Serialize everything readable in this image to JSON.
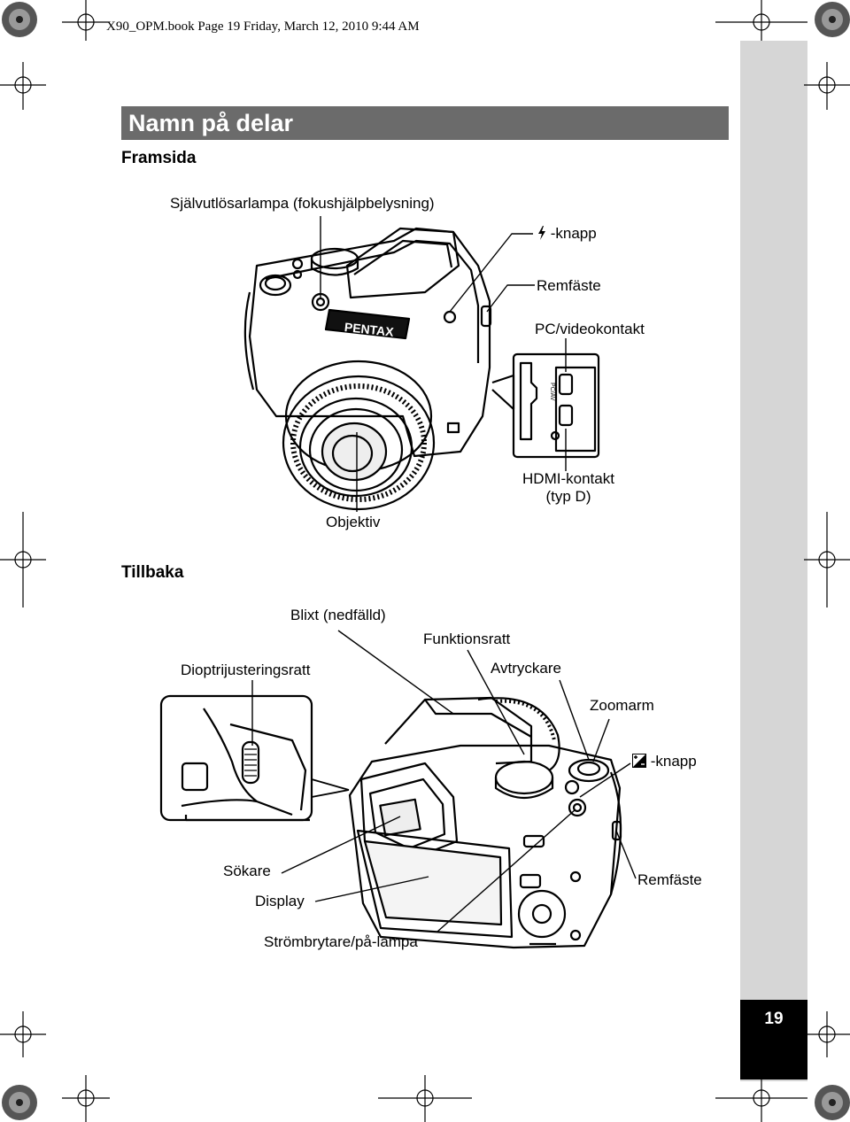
{
  "running_header": "X90_OPM.book  Page 19  Friday, March 12, 2010  9:44 AM",
  "title": "Namn på delar",
  "sections": {
    "front": "Framsida",
    "back": "Tillbaka"
  },
  "front_labels": {
    "selftimer": "Självutlösarlampa (fokushjälpbelysning)",
    "flash_button": "-knapp",
    "strap": "Remfäste",
    "pc_av": "PC/videokontakt",
    "hdmi_line1": "HDMI-kontakt",
    "hdmi_line2": "(typ D)",
    "lens": "Objektiv",
    "brand": "PENTAX",
    "port_label": "PC/AV"
  },
  "back_labels": {
    "flash": "Blixt (nedfälld)",
    "mode_dial": "Funktionsratt",
    "diopter": "Dioptrijusteringsratt",
    "shutter": "Avtryckare",
    "zoom": "Zoomarm",
    "ev_button": "-knapp",
    "viewfinder": "Sökare",
    "strap": "Remfäste",
    "display": "Display",
    "power": "Strömbrytare/på-lampa"
  },
  "page_number": "19",
  "icons": [
    "flash-icon",
    "exposure-compensation-icon",
    "registration-mark-icon",
    "starburst-mark-icon"
  ]
}
